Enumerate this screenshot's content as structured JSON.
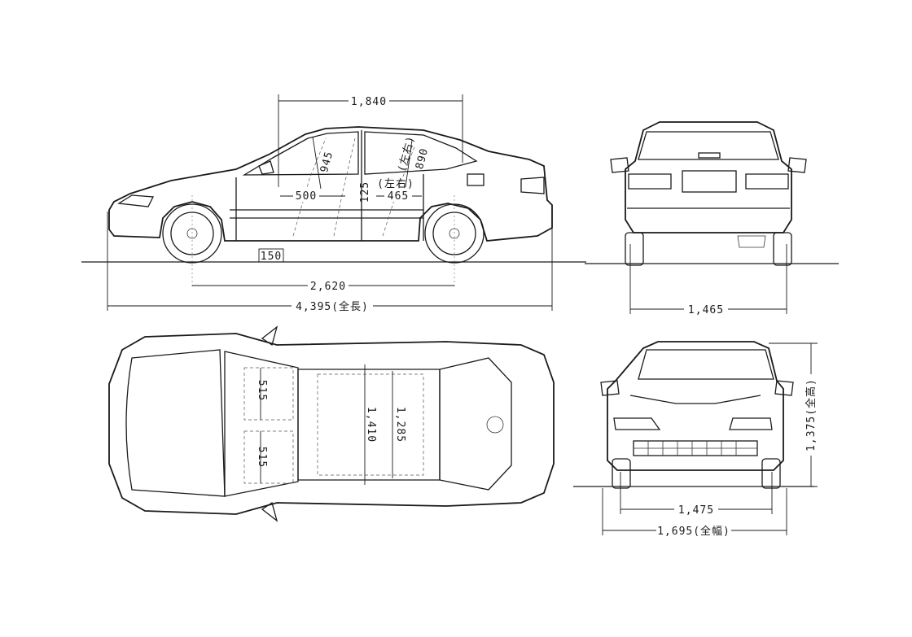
{
  "dimensions": {
    "overall_length": "4,395(全長)",
    "wheelbase": "2,620",
    "cabin_length": "1,840",
    "ground_clearance": "150",
    "front_legroom": "500",
    "rear_legroom": "465",
    "front_headroom": "945",
    "rear_headroom": "890",
    "rear_headroom_note": "(左右)",
    "center_note": "(左右)",
    "center_gap": "125",
    "rear_track": "1,465",
    "seat_width_front": "515",
    "seat_width_rear": "515",
    "front_shoulder": "1,410",
    "rear_shoulder": "1,285",
    "front_track": "1,475",
    "overall_width": "1,695(全幅)",
    "overall_height": "1,375(全高)"
  }
}
